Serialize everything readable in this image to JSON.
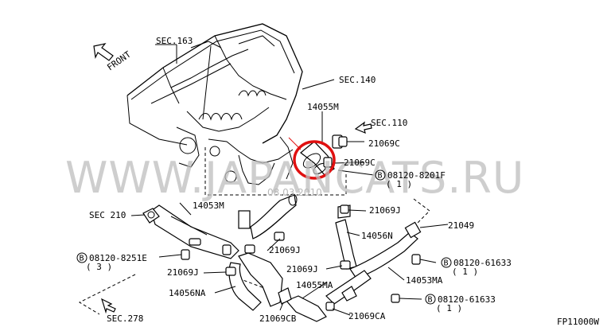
{
  "labels": {
    "sec163": "SEC.163",
    "front": "FRONT",
    "sec140": "SEC.140",
    "p14055m": "14055M",
    "sec110": "SEC.110",
    "p21069c_1": "21069C",
    "p21069c_2": "21069C",
    "bolt_b1": "08120-8201F",
    "bolt_b1_qty": "( 1 )",
    "sec210": "SEC 210",
    "p14053m": "14053M",
    "p21069j_1": "21069J",
    "p21049": "21049",
    "p14056n": "14056N",
    "bolt_b2": "08120-8251E",
    "bolt_b2_qty": "( 3 )",
    "p21069j_2": "21069J",
    "p21069j_3": "21069J",
    "bolt_b3": "08120-61633",
    "bolt_b3_qty": "( 1 )",
    "p21069j_4": "21069J",
    "p14053ma": "14053MA",
    "p14056na": "14056NA",
    "p14055ma": "14055MA",
    "bolt_b4": "08120-61633",
    "bolt_b4_qty": "( 1 )",
    "sec278": "SEC.278",
    "p21069cb": "21069CB",
    "p21069ca": "21069CA",
    "drawing_code": "FP11000W",
    "bolt_symbol": "B"
  },
  "watermark": {
    "main": "WWW.JAPANCATS.RU",
    "date": "08.03.2010"
  },
  "colors": {
    "highlight": "#e01010",
    "watermark": "#bdbdbd",
    "line": "#000000"
  }
}
